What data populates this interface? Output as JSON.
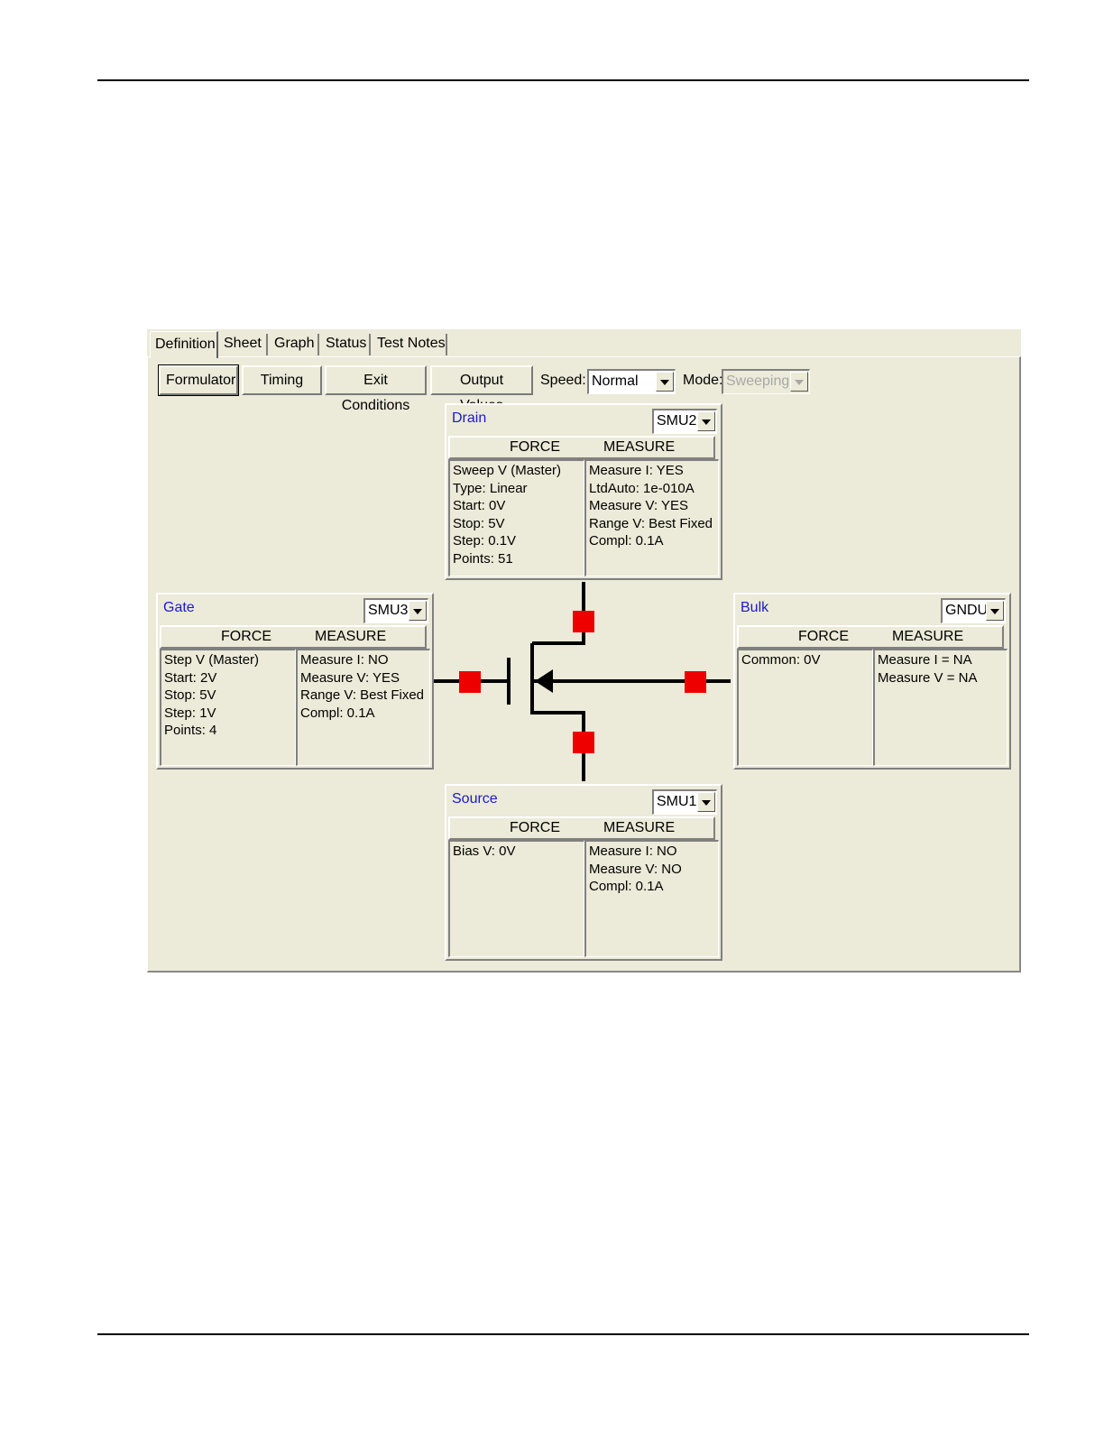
{
  "tabs": [
    "Definition",
    "Sheet",
    "Graph",
    "Status",
    "Test Notes"
  ],
  "toolbar": {
    "formulator": "Formulator",
    "timing": "Timing",
    "exit_conditions": "Exit Conditions",
    "output_values": "Output Values",
    "speed_label": "Speed:",
    "speed_value": "Normal",
    "mode_label": "Mode:",
    "mode_value": "Sweeping"
  },
  "headers": {
    "force": "FORCE",
    "measure": "MEASURE"
  },
  "terminals": {
    "drain": {
      "name": "Drain",
      "smu": "SMU2",
      "force": [
        "Sweep V (Master)",
        "Type: Linear",
        "Start: 0V",
        "Stop: 5V",
        "Step: 0.1V",
        "Points: 51"
      ],
      "measure": [
        "Measure I: YES",
        "LtdAuto: 1e-010A",
        "Measure V: YES",
        "Range V: Best Fixed",
        "Compl: 0.1A"
      ]
    },
    "gate": {
      "name": "Gate",
      "smu": "SMU3",
      "force": [
        "Step V (Master)",
        "Start: 2V",
        "Stop: 5V",
        "Step: 1V",
        "Points: 4"
      ],
      "measure": [
        "Measure I: NO",
        "Measure V: YES",
        "Range V: Best Fixed",
        "Compl: 0.1A"
      ]
    },
    "bulk": {
      "name": "Bulk",
      "smu": "GNDU",
      "force": [
        "Common: 0V"
      ],
      "measure": [
        "Measure I = NA",
        "Measure V = NA"
      ]
    },
    "source": {
      "name": "Source",
      "smu": "SMU1",
      "force": [
        "Bias V: 0V"
      ],
      "measure": [
        "Measure I: NO",
        "Measure V: NO",
        "Compl: 0.1A"
      ]
    }
  },
  "colors": {
    "panel": "#ecead8",
    "terminal_name": "#1a1acc",
    "pad": "#ee0000"
  }
}
